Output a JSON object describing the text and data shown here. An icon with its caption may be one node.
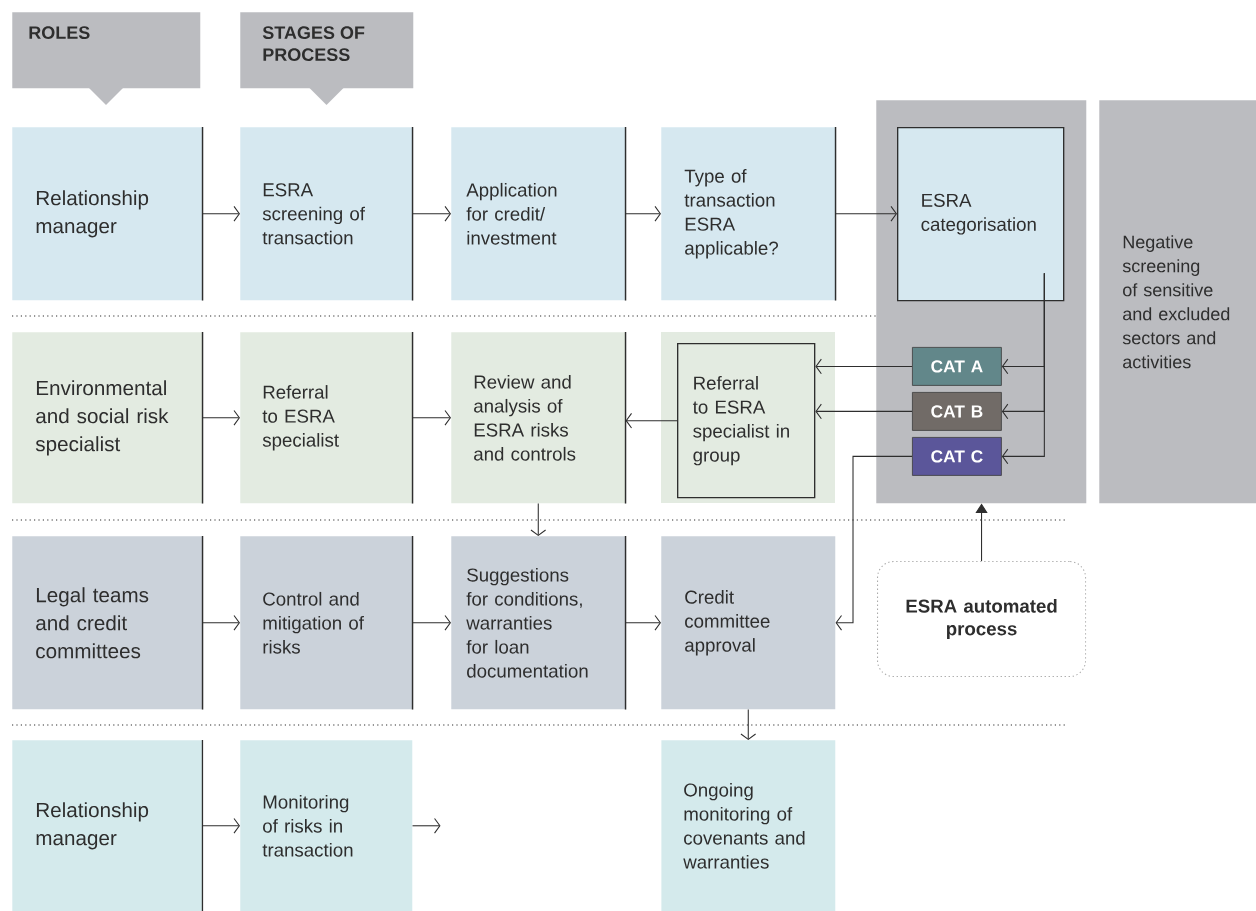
{
  "diagram": {
    "nodes": [
      {
        "text": [
          "ROLES"
        ]
      },
      {
        "text": [
          "STAGES OF PROCESS"
        ]
      },
      {
        "text": [
          "Relationship manager"
        ]
      },
      {
        "text": [
          "ESRA screening of transaction"
        ]
      },
      {
        "text": [
          "Application for credit/ investment"
        ]
      },
      {
        "text": [
          "Type of transaction ESRA applicable?"
        ]
      },
      {
        "text": [],
        "shape": "box"
      },
      {
        "text": [
          "ESRA categorisation"
        ],
        "in": 6
      },
      {
        "text": [
          "Negative screening of sensitive and excluded sectors and activities"
        ]
      },
      {
        "text": [
          "Environmental and social risk specialist"
        ]
      },
      {
        "text": [
          "Referral to ESRA specialist"
        ]
      },
      {
        "text": [
          "Review and analysis of ESRA risks and controls"
        ]
      },
      {
        "text": [
          "Referral to ESRA specialist in group"
        ]
      },
      {
        "text": [
          "CAT A"
        ],
        "in": 6
      },
      {
        "text": [
          "CAT B"
        ],
        "in": 6
      },
      {
        "text": [
          "CAT C"
        ],
        "in": 6
      },
      {
        "text": [
          "Legal teams and credit committees"
        ]
      },
      {
        "text": [
          "Control and mitigation of risks"
        ]
      },
      {
        "text": [
          "Suggestions for conditions, warranties for loan documentation"
        ]
      },
      {
        "text": [
          "Credit committee approval"
        ]
      },
      {
        "text": [
          "ESRA automated process"
        ]
      },
      {
        "text": [
          "Relationship manager"
        ]
      },
      {
        "text": [
          "Monitoring of risks in transaction"
        ]
      },
      {
        "text": [
          "Ongoing monitoring of covenants and warranties"
        ]
      }
    ],
    "edges": [
      {
        "from": 2,
        "to": 3,
        "arrow": "to"
      },
      {
        "from": 3,
        "to": 4,
        "arrow": "to"
      },
      {
        "from": 4,
        "to": 5,
        "arrow": "to"
      },
      {
        "from": 5,
        "to": 7,
        "arrow": "to"
      },
      {
        "from": 7,
        "to": 13,
        "arrow": "to"
      },
      {
        "from": 7,
        "to": 14,
        "arrow": "to"
      },
      {
        "from": 7,
        "to": 15,
        "arrow": "to"
      },
      {
        "from": 13,
        "to": 12,
        "arrow": "to"
      },
      {
        "from": 14,
        "to": 12,
        "arrow": "to"
      },
      {
        "from": 12,
        "to": 11,
        "arrow": "to"
      },
      {
        "from": 9,
        "to": 10,
        "arrow": "to"
      },
      {
        "from": 10,
        "to": 11,
        "arrow": "to"
      },
      {
        "from": 11,
        "to": 18,
        "arrow": "to"
      },
      {
        "from": 16,
        "to": 17,
        "arrow": "to"
      },
      {
        "from": 17,
        "to": 18,
        "arrow": "to"
      },
      {
        "from": 18,
        "to": 19,
        "arrow": "to"
      },
      {
        "from": 15,
        "to": 19,
        "arrow": "to"
      },
      {
        "from": 19,
        "to": 23,
        "arrow": "to"
      },
      {
        "from": 20,
        "to": 6,
        "arrow": "to"
      },
      {
        "from": 21,
        "to": 22,
        "arrow": "to"
      },
      {
        "from": 22,
        "to": null,
        "arrow": "to"
      }
    ]
  }
}
